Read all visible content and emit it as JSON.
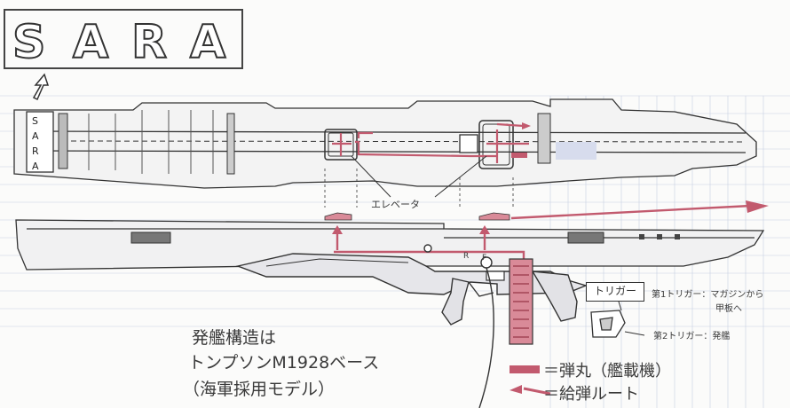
{
  "title_letters": [
    "S",
    "A",
    "R",
    "A"
  ],
  "deck_letters": [
    "S",
    "A",
    "R",
    "A"
  ],
  "labels": {
    "elevator": "エレベータ",
    "trigger": "トリガー",
    "trigger1": "第1トリガー：マガジンから",
    "trigger1_line2": "甲板へ",
    "trigger2": "第2トリガー：発艦",
    "selector_r": "R",
    "selector_f": "F"
  },
  "caption": {
    "line1": "発艦構造は",
    "line2": "トンプソンM1928ベース",
    "line3": "（海軍採用モデル）"
  },
  "legend": {
    "ammo": "＝弾丸（艦載機）",
    "route": "＝給弾ルート"
  },
  "colors": {
    "accent": "#c25a6e",
    "accent_light": "#d98a98",
    "line": "#333333",
    "grid": "#b9c4da",
    "hull_fill": "#e8e8ec"
  }
}
